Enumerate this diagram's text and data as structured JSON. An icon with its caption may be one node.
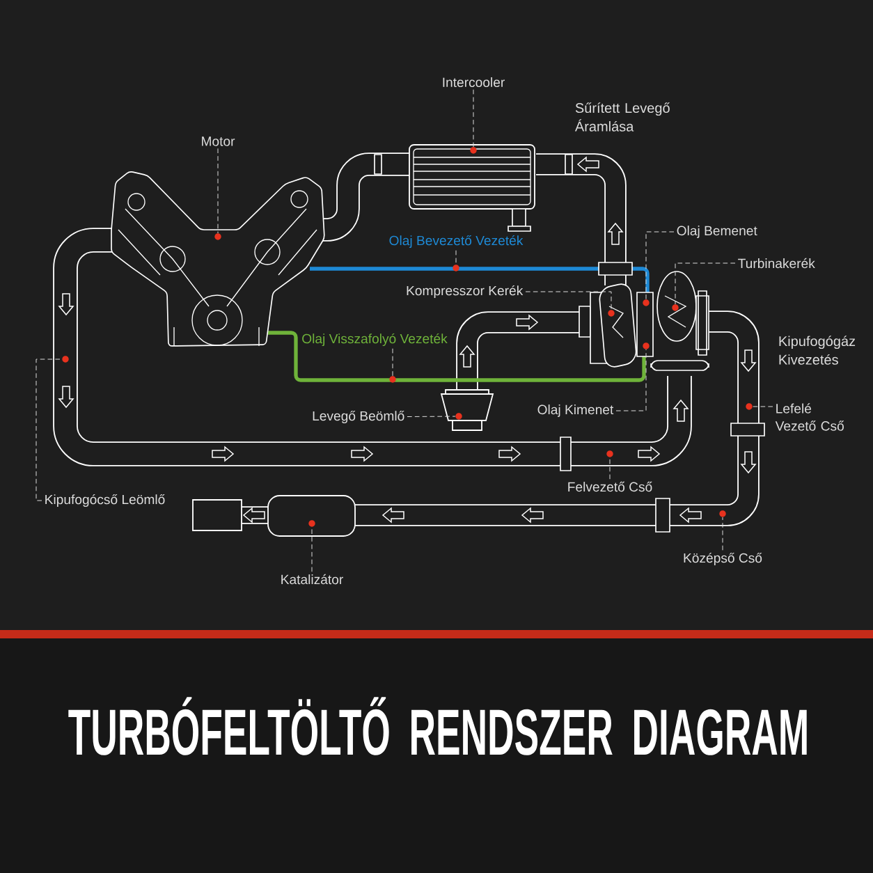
{
  "diagram": {
    "title": "TURBÓFELTÖLTŐ RENDSZER DIAGRAM",
    "nodes": [
      {
        "text": [
          "Intercooler"
        ]
      },
      {
        "text": [],
        "shape": "circle"
      },
      {
        "text": [
          "Motor"
        ]
      },
      {
        "text": [],
        "shape": "circle"
      },
      {
        "text": [
          "Olaj Bemenet"
        ]
      },
      {
        "text": [],
        "shape": "circle"
      },
      {
        "text": [
          "Olaj Bevezető Vezeték"
        ]
      },
      {
        "text": [],
        "shape": "circle"
      },
      {
        "text": [
          "Turbinakerék"
        ]
      },
      {
        "text": [],
        "shape": "circle"
      },
      {
        "text": [
          "Kompresszor Kerék"
        ]
      },
      {
        "text": [],
        "shape": "circle"
      },
      {
        "text": [
          "Olaj Visszafolyó Vezeték"
        ]
      },
      {
        "text": [],
        "shape": "circle"
      },
      {
        "text": [
          "Levegő Beömlő"
        ]
      },
      {
        "text": [],
        "shape": "circle"
      },
      {
        "text": [
          "Olaj Kimenet"
        ]
      },
      {
        "text": [],
        "shape": "circle"
      },
      {
        "text": [
          "Lefelé Vezető Cső"
        ]
      },
      {
        "text": [],
        "shape": "circle"
      },
      {
        "text": [
          "Felvezető Cső"
        ]
      },
      {
        "text": [],
        "shape": "circle"
      },
      {
        "text": [
          "Kipufogócső Leömlő"
        ]
      },
      {
        "text": [],
        "shape": "circle"
      },
      {
        "text": [
          "Középső Cső"
        ]
      },
      {
        "text": [],
        "shape": "circle"
      },
      {
        "text": [
          "Katalizátor"
        ]
      },
      {
        "text": [],
        "shape": "circle"
      }
    ],
    "edges": [
      {
        "from": 0,
        "to": 1,
        "arrow": "none"
      },
      {
        "from": 2,
        "to": 3,
        "arrow": "none"
      },
      {
        "from": 4,
        "to": 5,
        "arrow": "none"
      },
      {
        "from": 6,
        "to": 7,
        "arrow": "none"
      },
      {
        "from": 8,
        "to": 9,
        "arrow": "none"
      },
      {
        "from": 10,
        "to": 11,
        "arrow": "none"
      },
      {
        "from": 12,
        "to": 13,
        "arrow": "none"
      },
      {
        "from": 14,
        "to": 15,
        "arrow": "none"
      },
      {
        "from": 16,
        "to": 17,
        "arrow": "none"
      },
      {
        "from": 18,
        "to": 19,
        "arrow": "none"
      },
      {
        "from": 20,
        "to": 21,
        "arrow": "none"
      },
      {
        "from": 22,
        "to": 23,
        "arrow": "none"
      },
      {
        "from": 24,
        "to": 25,
        "arrow": "none"
      },
      {
        "from": 26,
        "to": 27,
        "arrow": "none"
      }
    ],
    "labels": [
      "Sűrített Levegő Áramlása",
      "Kipufogógáz Kivezetés"
    ]
  }
}
